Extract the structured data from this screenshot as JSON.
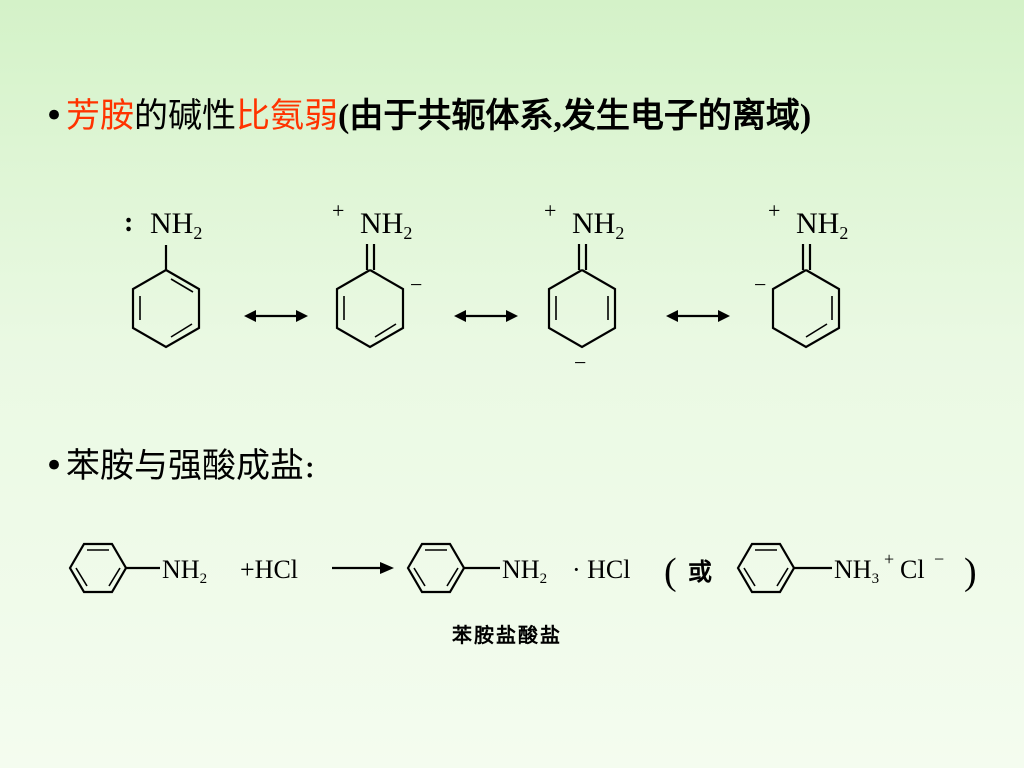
{
  "bullet1": {
    "bullet": "•",
    "seg_red1": "芳胺",
    "seg_black1": "的碱性",
    "seg_red2": "比氨弱",
    "seg_paren": "(由于共轭体系,发生电子的离域)"
  },
  "resonance": {
    "lone_pair": ":",
    "nh": "NH",
    "sub2": "2",
    "plus": "+",
    "minus": "−"
  },
  "bullet2": {
    "bullet": "•",
    "text": "苯胺与强酸成盐:"
  },
  "reaction": {
    "nh2_text": "NH",
    "sub2": "2",
    "reagent": "+HCl",
    "product_adduct": "· HCl",
    "alt_word": "或",
    "nh3": "NH",
    "sub3": "3",
    "plus": "+",
    "cl": "Cl",
    "minus": "−",
    "left_paren": "(",
    "right_paren": ")",
    "caption": "苯胺盐酸盐"
  },
  "colors": {
    "accent_red": "#ff3300",
    "text": "#000000"
  }
}
